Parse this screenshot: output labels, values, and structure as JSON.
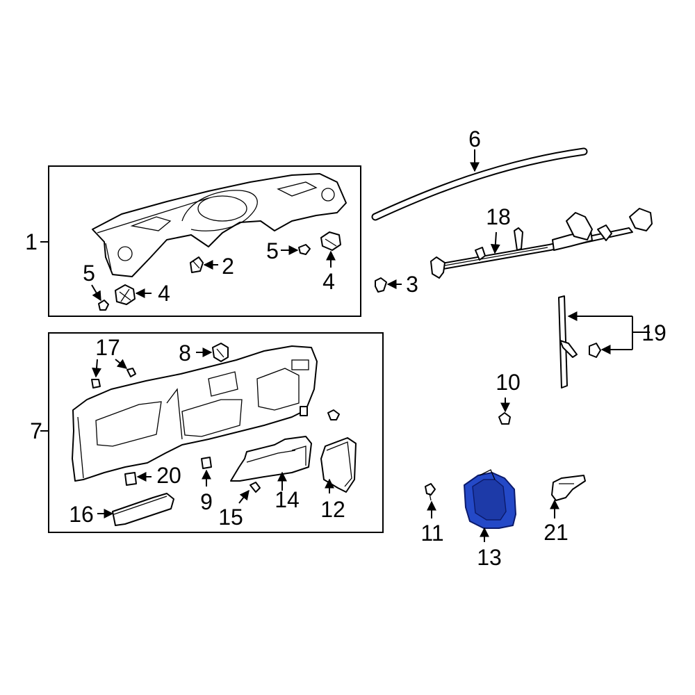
{
  "diagram": {
    "highlight_color": "#2449c7",
    "callouts": {
      "c1": "1",
      "c2": "2",
      "c3": "3",
      "c4a": "4",
      "c4b": "4",
      "c5a": "5",
      "c5b": "5",
      "c6": "6",
      "c7": "7",
      "c8": "8",
      "c9": "9",
      "c10": "10",
      "c11": "11",
      "c12": "12",
      "c13": "13",
      "c14": "14",
      "c15": "15",
      "c16": "16",
      "c17": "17",
      "c18": "18",
      "c19": "19",
      "c20": "20",
      "c21": "21"
    }
  }
}
